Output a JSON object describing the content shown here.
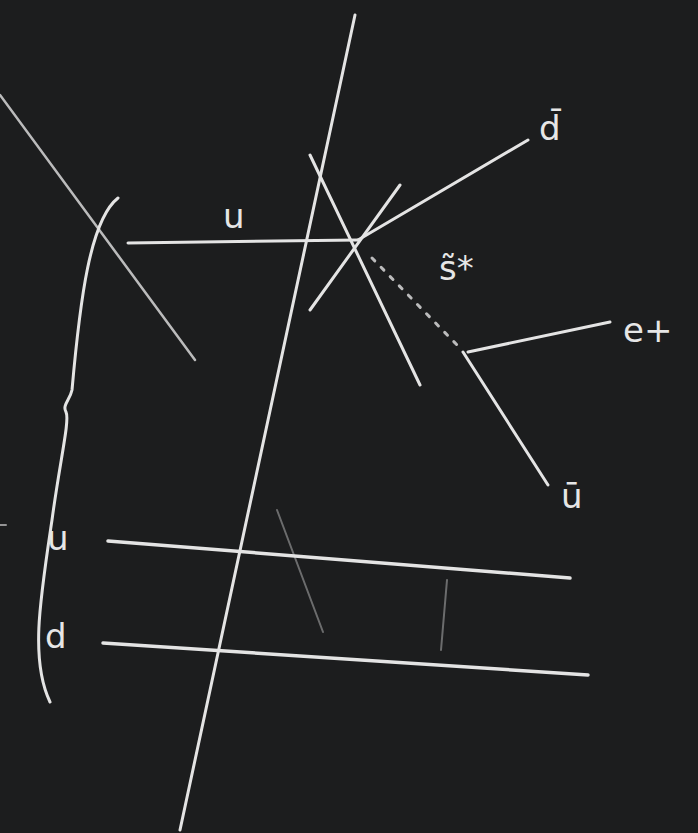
{
  "diagram": {
    "labels": [
      "u",
      "d̄",
      "s̃*",
      "e+",
      "ū",
      "u",
      "d"
    ]
  }
}
